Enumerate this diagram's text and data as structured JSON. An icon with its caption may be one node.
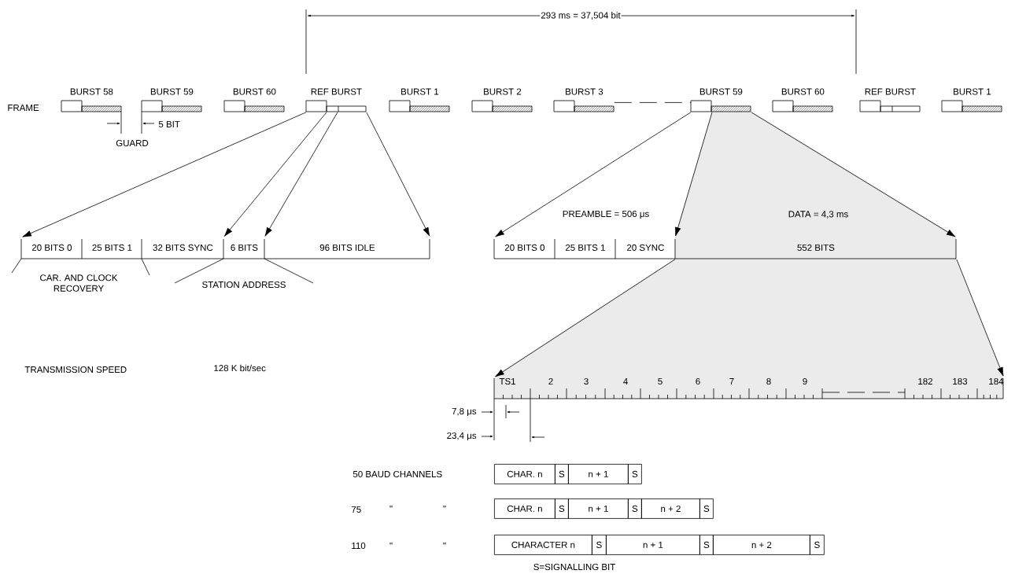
{
  "diagram": {
    "nodes": [
      {
        "text": [
          "BURST 58"
        ]
      },
      {
        "text": [
          "BURST 59"
        ]
      },
      {
        "text": [
          "BURST 60"
        ]
      },
      {
        "text": [
          "REF BURST"
        ]
      },
      {
        "text": [
          "BURST 1"
        ]
      },
      {
        "text": [
          "BURST 2"
        ]
      },
      {
        "text": [
          "BURST 3"
        ]
      },
      {
        "text": [
          "BURST 59"
        ]
      },
      {
        "text": [
          "BURST 60"
        ]
      },
      {
        "text": [
          "REF BURST"
        ]
      },
      {
        "text": [
          "BURST 1"
        ]
      },
      {
        "text": [
          "20 BITS 0"
        ]
      },
      {
        "text": [
          "25 BITS 1"
        ]
      },
      {
        "text": [
          "32 BITS SYNC"
        ]
      },
      {
        "text": [
          "6 BITS"
        ]
      },
      {
        "text": [
          "96 BITS IDLE"
        ]
      },
      {
        "text": [
          "20 BITS 0"
        ]
      },
      {
        "text": [
          "25 BITS 1"
        ]
      },
      {
        "text": [
          "20 SYNC"
        ]
      },
      {
        "text": [
          "552 BITS"
        ]
      },
      {
        "text": [
          "TS1",
          "2",
          "3",
          "4",
          "5",
          "6",
          "7",
          "8",
          "9",
          "182",
          "183",
          "184"
        ]
      },
      {
        "text": [
          "CHAR. n"
        ]
      },
      {
        "text": [
          "S"
        ]
      },
      {
        "text": [
          "n + 1"
        ]
      },
      {
        "text": [
          "S"
        ]
      },
      {
        "text": [
          "CHAR. n"
        ]
      },
      {
        "text": [
          "S"
        ]
      },
      {
        "text": [
          "n + 1"
        ]
      },
      {
        "text": [
          "S"
        ]
      },
      {
        "text": [
          "n + 2"
        ]
      },
      {
        "text": [
          "S"
        ]
      },
      {
        "text": [
          "CHARACTER n"
        ]
      },
      {
        "text": [
          "S"
        ]
      },
      {
        "text": [
          "n + 1"
        ]
      },
      {
        "text": [
          "S"
        ]
      },
      {
        "text": [
          "n + 2"
        ]
      },
      {
        "text": [
          "S"
        ]
      }
    ],
    "edges": [
      {
        "from": 6,
        "to": 7,
        "arrow": "none",
        "style": "dashed"
      },
      {
        "from": 3,
        "to": 11,
        "arrow": "to"
      },
      {
        "from": 3,
        "to": 14,
        "arrow": "to"
      },
      {
        "from": 3,
        "to": 15,
        "arrow": "to"
      },
      {
        "from": 3,
        "to": 15,
        "arrow": "to"
      },
      {
        "from": 7,
        "to": 16,
        "arrow": "to"
      },
      {
        "from": 7,
        "to": 19,
        "arrow": "to"
      },
      {
        "from": 7,
        "to": 19,
        "arrow": "to"
      },
      {
        "from": 19,
        "to": 20,
        "arrow": "to"
      },
      {
        "from": 19,
        "to": 20,
        "arrow": "to"
      }
    ],
    "labels": [
      "293 ms = 37,504 bit",
      "FRAME",
      "5 BIT",
      "GUARD",
      "PREAMBLE = 506 μs",
      "DATA = 4,3 ms",
      "CAR. AND CLOCK RECOVERY",
      "STATION ADDRESS",
      "TRANSMISSION SPEED",
      "128 K bit/sec",
      "7,8 μs",
      "23,4 μs",
      "50 BAUD CHANNELS",
      "75",
      "\"",
      "\"",
      "110",
      "\"",
      "\"",
      "S=SIGNALLING BIT"
    ]
  }
}
